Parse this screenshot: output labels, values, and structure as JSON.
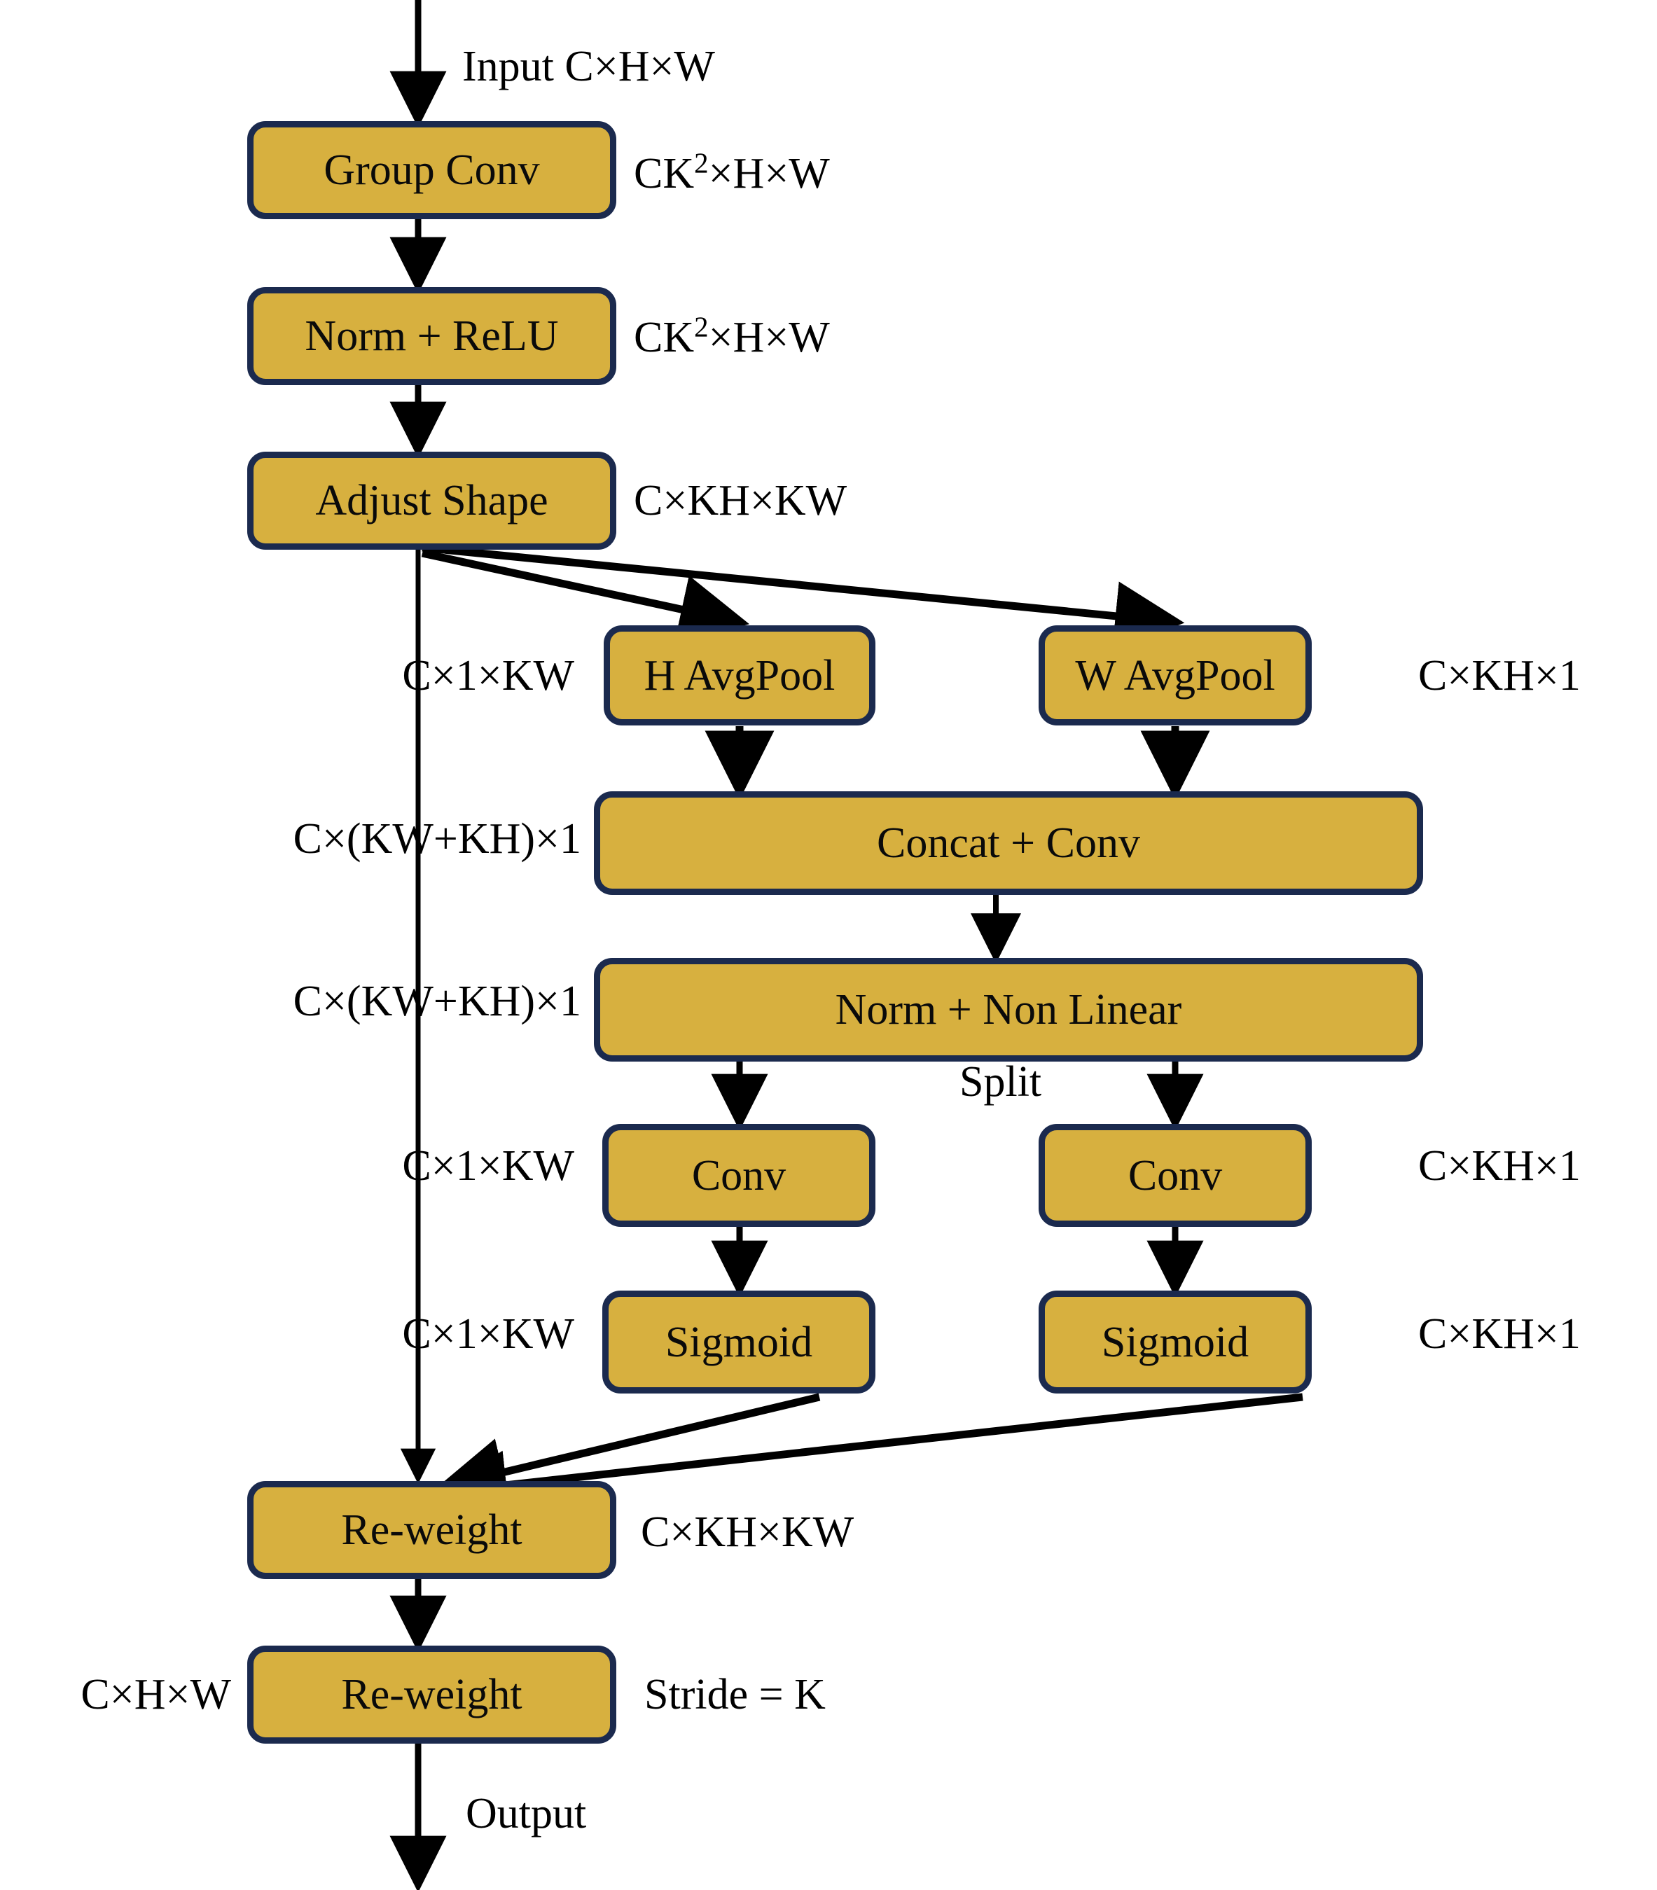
{
  "diagram": {
    "title": "Group-Conv attention module block diagram",
    "colors": {
      "node_fill": "#D7B03F",
      "node_border": "#1B2A4E",
      "arrow": "#000000",
      "text": "#000000",
      "background": "#FFFFFF"
    },
    "nodes": [
      {
        "id": "group-conv",
        "label": "Group Conv"
      },
      {
        "id": "norm-relu",
        "label": "Norm + ReLU"
      },
      {
        "id": "adjust-shape",
        "label": "Adjust Shape"
      },
      {
        "id": "h-avgpool",
        "label": "H AvgPool"
      },
      {
        "id": "w-avgpool",
        "label": "W AvgPool"
      },
      {
        "id": "concat-conv",
        "label": "Concat + Conv"
      },
      {
        "id": "norm-nonlinear",
        "label": "Norm + Non Linear"
      },
      {
        "id": "conv-left",
        "label": "Conv"
      },
      {
        "id": "conv-right",
        "label": "Conv"
      },
      {
        "id": "sigmoid-left",
        "label": "Sigmoid"
      },
      {
        "id": "sigmoid-right",
        "label": "Sigmoid"
      },
      {
        "id": "reweight-upper",
        "label": "Re-weight"
      },
      {
        "id": "reweight-lower",
        "label": "Re-weight"
      }
    ],
    "labels": {
      "input": "Input C×H×W",
      "group_conv_shape_a": "CK",
      "group_conv_shape_b": "×H×W",
      "group_conv_sup": "2",
      "norm_relu_shape_a": "CK",
      "norm_relu_shape_b": "×H×W",
      "norm_relu_sup": "2",
      "adjust_shape_shape": "C×KH×KW",
      "skip_c1kw_top": "C×1×KW",
      "w_avgpool_shape": "C×KH×1",
      "concat_conv_shape": "C×(KW+KH)×1",
      "norm_nl_shape": "C×(KW+KH)×1",
      "split": "Split",
      "conv_left_shape": "C×1×KW",
      "conv_right_shape": "C×KH×1",
      "sigmoid_left_shape": "C×1×KW",
      "sigmoid_right_shape": "C×KH×1",
      "reweight_up_shape": "C×KH×KW",
      "reweight_low_shape": "C×H×W",
      "stride": "Stride = K",
      "output": "Output"
    }
  }
}
